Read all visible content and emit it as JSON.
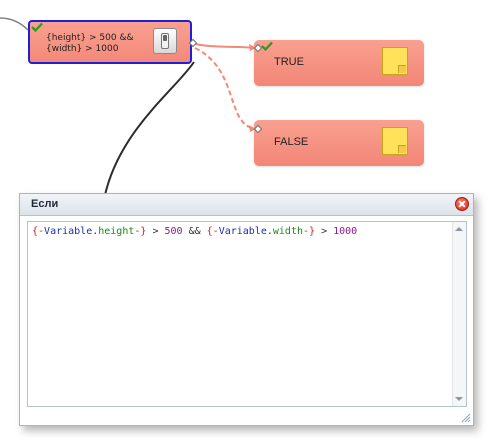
{
  "condition_node": {
    "line1": "{height} > 500 &&",
    "line2": "{width} > 1000"
  },
  "true_node": {
    "label": "TRUE"
  },
  "false_node": {
    "label": "FALSE"
  },
  "dialog": {
    "title": "Если",
    "code": {
      "t1": "{-",
      "t2": "Variable",
      "t3": ".",
      "t4": "height",
      "t5": "-}",
      "t6": " > ",
      "t7": "500",
      "t8": " && ",
      "t9": "{-",
      "t10": "Variable",
      "t11": ".",
      "t12": "width",
      "t13": "-}",
      "t14": " > ",
      "t15": "1000"
    }
  },
  "icons": {
    "check": "check-icon",
    "switch": "switch-icon",
    "note": "note-icon",
    "close": "close-icon",
    "grip": "resize-grip-icon"
  },
  "colors": {
    "node_fill": "#f4897a",
    "selection_border": "#1f1fd6",
    "true_link": "#f28a78",
    "note": "#ffe25a",
    "close": "#d2271a"
  }
}
